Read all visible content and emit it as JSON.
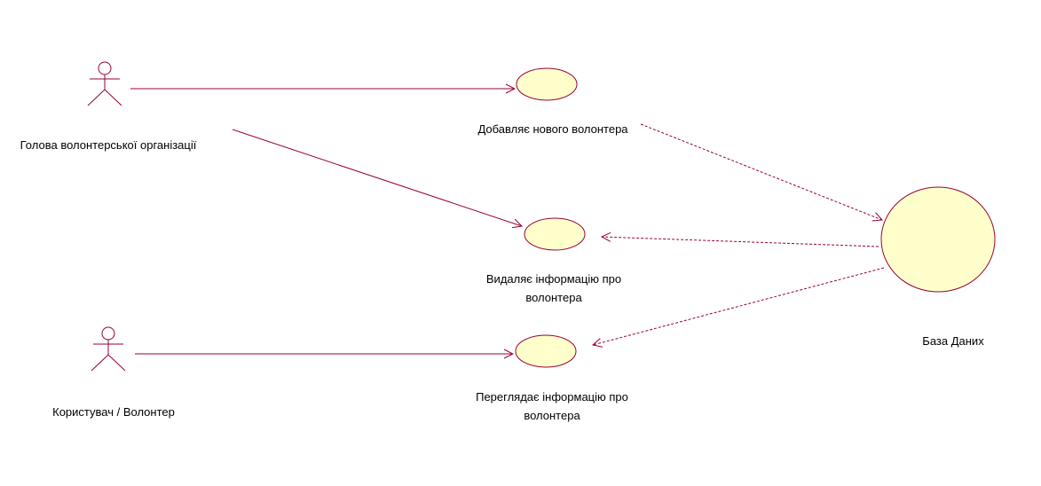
{
  "actors": {
    "head": {
      "label": "Голова волонтерської організації"
    },
    "user": {
      "label": "Користувач / Волонтер"
    }
  },
  "use_cases": {
    "add": {
      "label": "Добавляє нового волонтера"
    },
    "remove": {
      "line1": "Видаляє інформацію про",
      "line2": "волонтера"
    },
    "view": {
      "line1": "Переглядає інформацію про",
      "line2": "волонтера"
    }
  },
  "database": {
    "label": "База Даних"
  },
  "colors": {
    "line": "#990033",
    "ellipse_fill": "#FFFFCC",
    "ellipse_stroke": "#990033"
  }
}
